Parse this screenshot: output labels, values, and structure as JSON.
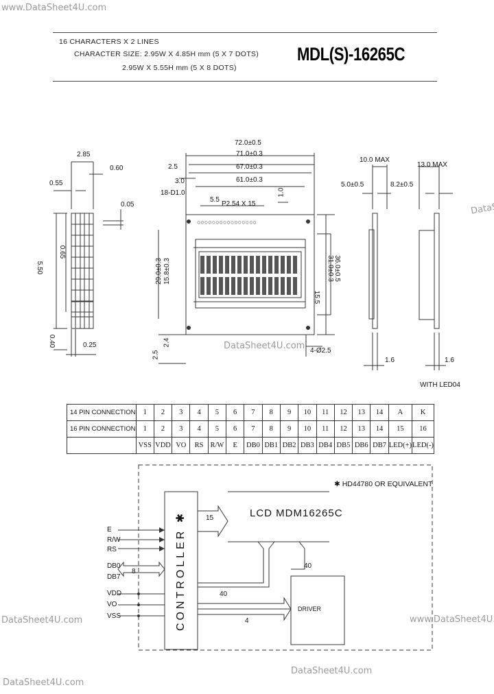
{
  "watermarks": {
    "top_left": "www.DataSheet4U.com",
    "right_edge": "DataShe",
    "center": "DataSheet4U.com",
    "mid_left": "DataSheet4U.com",
    "mid_right": "www.DataSheet4U.com",
    "bottom_center": "DataSheet4U.com",
    "bottom_left": "DataSheet4U.com"
  },
  "header": {
    "line1": "16 CHARACTERS X 2 LINES",
    "line2": "CHARACTER SIZE: 2.95W X 4.85H mm (5 X 7 DOTS)",
    "line3": "2.95W X 5.55H mm (5 X 8 DOTS)",
    "model": "MDL(S)-16265C"
  },
  "dimensions": {
    "w72": "72.0±0.5",
    "w71": "71.0±0.3",
    "w67": "67.0±0.3",
    "w61": "61.0±0.3",
    "d25": "2.5",
    "d30": "3.0",
    "d55": "5.5",
    "d10": "1.0",
    "d18": "18-D1.0",
    "pitch": "P2.54 X 15",
    "h310": "31.0±0.3",
    "h360": "36.0±0.5",
    "h290": "29.0±0.3",
    "h158": "15.8±0.3",
    "h155": "15.5",
    "d25b": "2.5",
    "d24": "2.4",
    "holes": "4-Ø2.5",
    "c285": "2.85",
    "c060": "0.60",
    "c055": "0.55",
    "c005": "0.05",
    "c550": "5.50",
    "c065": "0.65",
    "c040": "0.40",
    "c025": "0.25",
    "t10max": "10.0 MAX",
    "t50": "5.0±0.5",
    "t13max": "13.0 MAX",
    "t82": "8.2±0.5",
    "t16a": "1.6",
    "t16b": "1.6",
    "with_led": "WITH LED04"
  },
  "pin_table": {
    "row1_label": "14 PIN CONNECTION",
    "row1": [
      "1",
      "2",
      "3",
      "4",
      "5",
      "6",
      "7",
      "8",
      "9",
      "10",
      "11",
      "12",
      "13",
      "14",
      "A",
      "K"
    ],
    "row2_label": "16 PIN CONNECTION",
    "row2": [
      "1",
      "2",
      "3",
      "4",
      "5",
      "6",
      "7",
      "8",
      "9",
      "10",
      "11",
      "12",
      "13",
      "14",
      "15",
      "16"
    ],
    "row3_label": "",
    "row3": [
      "VSS",
      "VDD",
      "VO",
      "RS",
      "R/W",
      "E",
      "DB0",
      "DB1",
      "DB2",
      "DB3",
      "DB4",
      "DB5",
      "DB6",
      "DB7",
      "LED(+)",
      "LED(-)"
    ]
  },
  "block": {
    "note": "✱ HD44780 OR EQUIVALENT",
    "controller": "CONTROLLER ✱",
    "lcd": "LCD MDM16265C",
    "driver": "DRIVER",
    "bus15": "15",
    "bus40a": "40",
    "bus40b": "40",
    "bus8": "8",
    "bus4": "4",
    "signals": [
      "E",
      "R/W",
      "RS",
      "DB0",
      "DB7",
      "VDD",
      "VO",
      "VSS"
    ]
  }
}
